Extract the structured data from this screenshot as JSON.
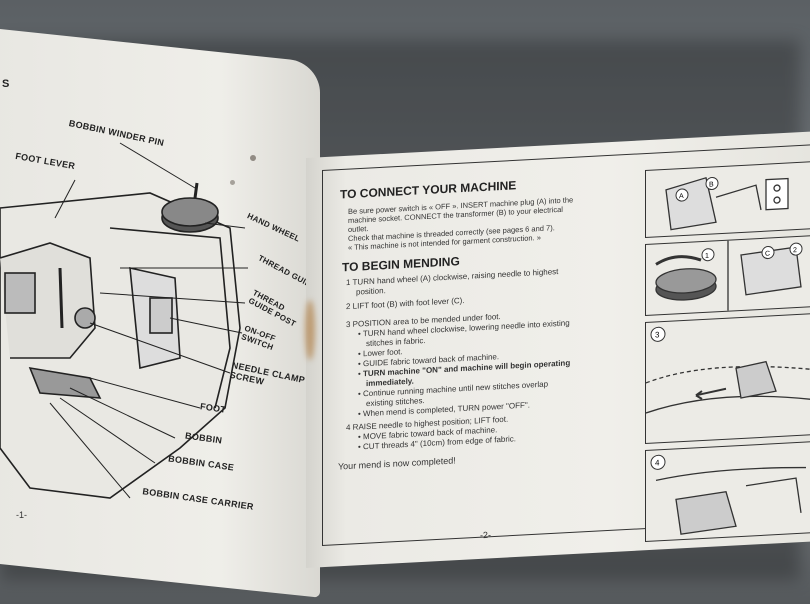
{
  "left_page": {
    "partial_header": "S",
    "page_number": "-1-",
    "labels": {
      "bobbin_winder_pin": "BOBBIN WINDER PIN",
      "foot_lever": "FOOT LEVER",
      "hand_wheel": "HAND WHEEL",
      "thread_guide": "THREAD GUIDE",
      "thread_guide_post": "THREAD GUIDE POST",
      "on_off_switch": "ON-OFF SWITCH",
      "needle_clamp_screw": "NEEDLE CLAMP SCREW",
      "foot": "FOOT",
      "bobbin": "BOBBIN",
      "bobbin_case": "BOBBIN CASE",
      "bobbin_case_carrier": "BOBBIN CASE CARRIER"
    }
  },
  "right_page": {
    "page_number": "-2-",
    "connect_title": "TO CONNECT YOUR MACHINE",
    "connect_lines": [
      "Be sure power switch is « OFF ». INSERT machine plug (A) into the",
      "machine socket. CONNECT the transformer (B) to your electrical",
      "outlet.",
      "Check that machine is threaded correctly (see pages 6 and 7).",
      "« This machine is not intended for garment construction. »"
    ],
    "mending_title": "TO BEGIN MENDING",
    "step1": "1  TURN hand wheel (A) clockwise, raising needle to highest",
    "step1b": "position.",
    "step2": "2  LIFT foot (B) with foot lever (C).",
    "step3": "3  POSITION area to be mended under foot.",
    "step3_bullets": [
      "TURN hand wheel clockwise, lowering needle into existing",
      "stitches in fabric.",
      "Lower foot.",
      "GUIDE fabric toward back of machine.",
      "Continue running machine until new stitches overlap",
      "existing stitches.",
      "When mend is completed, TURN power \"OFF\"."
    ],
    "step3_bold_a": "TURN machine \"ON\" and machine will begin operating",
    "step3_bold_b": "immediately.",
    "step4": "4  RAISE needle to highest position; LIFT foot.",
    "step4_bullets": [
      "MOVE fabric toward back of machine.",
      "CUT threads 4\" (10cm) from edge of fabric."
    ],
    "closing": "Your mend is now completed!",
    "figure_numbers": [
      "1",
      "2",
      "3",
      "4"
    ],
    "figure_letters": [
      "A",
      "B",
      "C"
    ]
  }
}
